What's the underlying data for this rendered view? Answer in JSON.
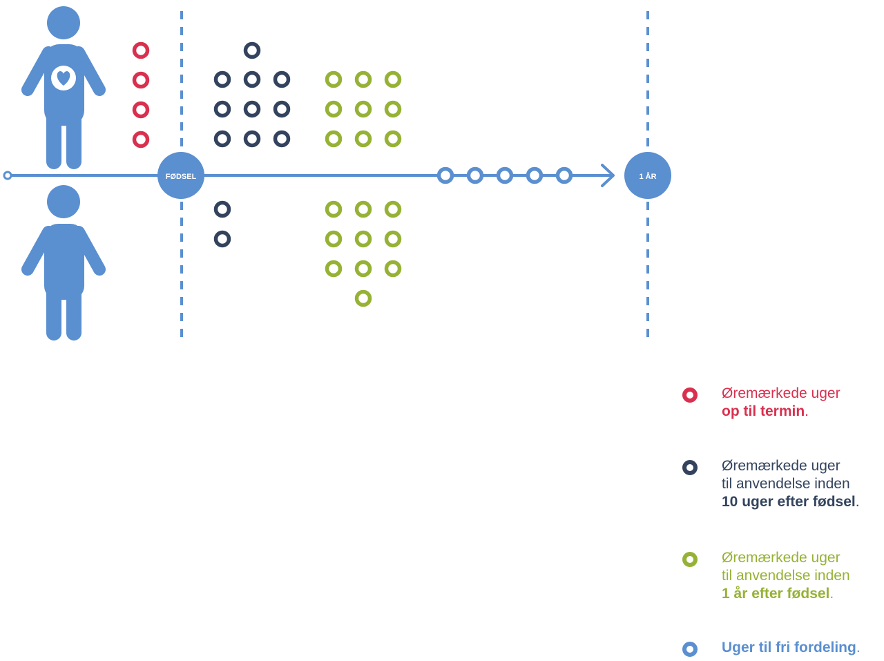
{
  "colors": {
    "red": "#d9304f",
    "navy": "#33435e",
    "green": "#96b236",
    "blue": "#5a8fd0",
    "timeline": "#5a8fd0"
  },
  "timeline": {
    "birth_label": "FØDSEL",
    "year_label": "1 ÅR"
  },
  "figures": {
    "pregnant_parent": "pregnant-person-icon",
    "other_parent": "person-icon"
  },
  "weeks": {
    "mother_before_birth": 4,
    "mother_within_10_weeks": 10,
    "mother_within_1_year": 9,
    "father_within_10_weeks": 2,
    "father_within_1_year": 10,
    "free_distribution": 5
  },
  "legend": [
    {
      "color_key": "red",
      "line1": "Øremærkede uger",
      "line2": "",
      "bold": "op til termin",
      "end": "."
    },
    {
      "color_key": "navy",
      "line1": "Øremærkede uger",
      "line2": "til anvendelse inden",
      "bold": "10 uger efter fødsel",
      "end": "."
    },
    {
      "color_key": "green",
      "line1": "Øremærkede uger",
      "line2": "til anvendelse inden",
      "bold": "1 år efter fødsel",
      "end": "."
    },
    {
      "color_key": "blue",
      "line1": "",
      "line2": "",
      "bold": "Uger til fri fordeling",
      "end": "."
    }
  ]
}
